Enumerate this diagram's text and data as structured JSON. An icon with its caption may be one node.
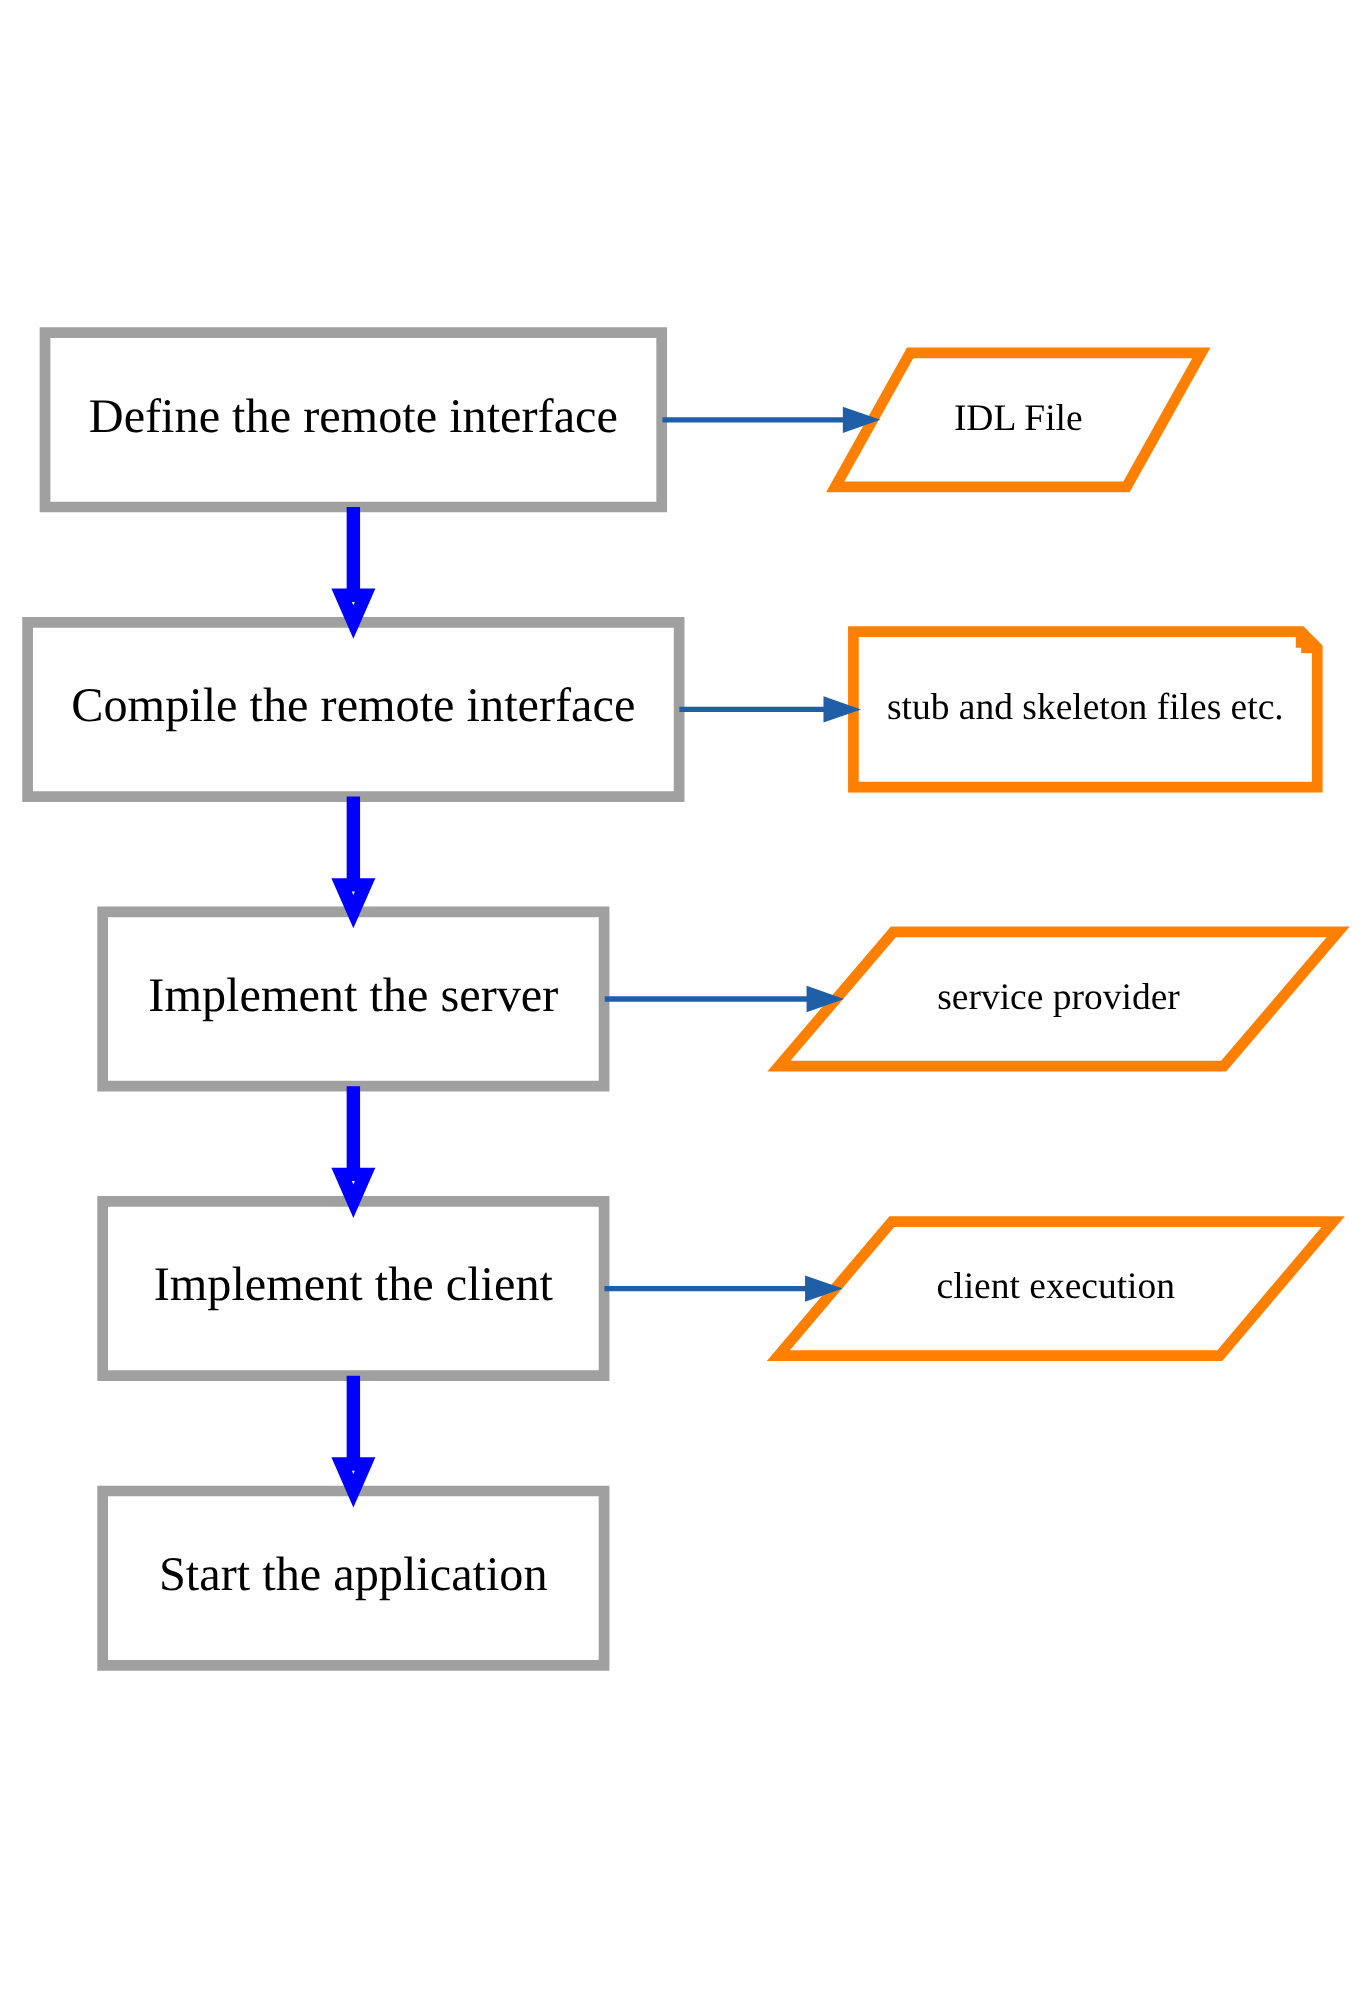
{
  "diagram": {
    "nodes": [
      {
        "text": [
          "Define the remote interface"
        ]
      },
      {
        "text": [
          "IDL File"
        ]
      },
      {
        "text": [
          "Compile the remote interface"
        ]
      },
      {
        "text": [
          "stub and skeleton files etc."
        ]
      },
      {
        "text": [
          "Implement the server"
        ]
      },
      {
        "text": [
          "service provider"
        ]
      },
      {
        "text": [
          "Implement the client"
        ]
      },
      {
        "text": [
          "client execution"
        ]
      },
      {
        "text": [
          "Start the application"
        ]
      }
    ],
    "edges": [
      {
        "from": 0,
        "to": 1,
        "arrow": "to"
      },
      {
        "from": 0,
        "to": 2,
        "arrow": "to",
        "style": "thick",
        "color": "#0000ff"
      },
      {
        "from": 2,
        "to": 3,
        "arrow": "to"
      },
      {
        "from": 2,
        "to": 4,
        "arrow": "to",
        "style": "thick",
        "color": "#0000ff"
      },
      {
        "from": 4,
        "to": 5,
        "arrow": "to"
      },
      {
        "from": 4,
        "to": 6,
        "arrow": "to",
        "style": "thick",
        "color": "#0000ff"
      },
      {
        "from": 6,
        "to": 7,
        "arrow": "to"
      },
      {
        "from": 6,
        "to": 8,
        "arrow": "to",
        "style": "thick",
        "color": "#0000ff"
      }
    ]
  }
}
